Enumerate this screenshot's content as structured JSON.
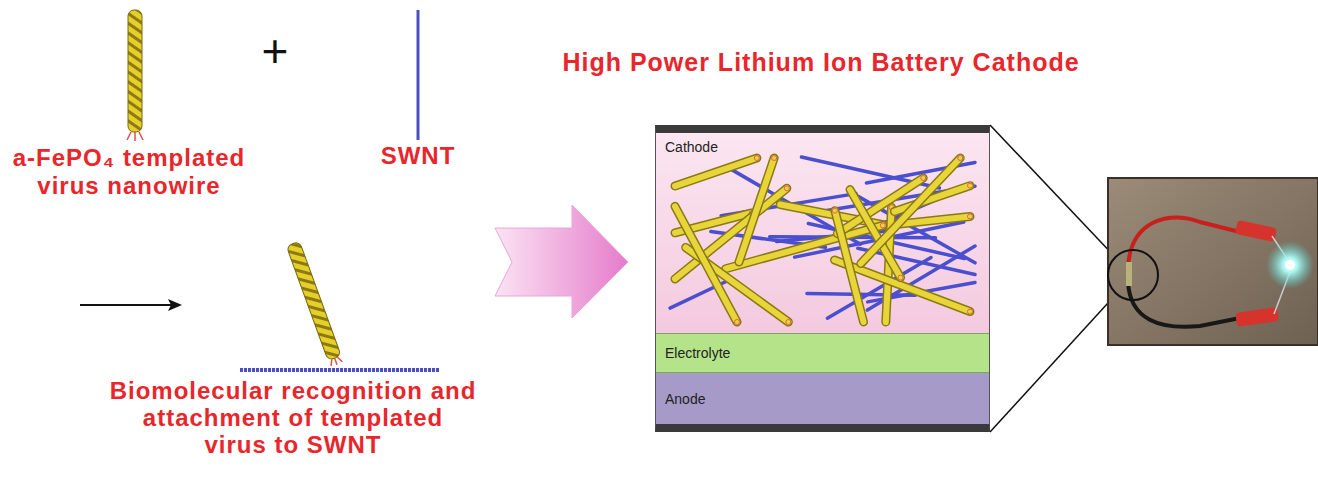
{
  "diagram": {
    "nodes": [
      {
        "text": [
          "High Power Lithium Ion Battery Cathode"
        ]
      },
      {
        "text": [
          "Cathode"
        ],
        "in": 0
      },
      {
        "text": [
          "Electrolyte"
        ],
        "in": 0
      },
      {
        "text": [
          "Anode"
        ],
        "in": 0
      }
    ],
    "labels": [
      "a-FePO₄ templated virus nanowire",
      "+",
      "SWNT",
      "Biomolecular recognition and attachment of templated virus to SWNT"
    ]
  }
}
